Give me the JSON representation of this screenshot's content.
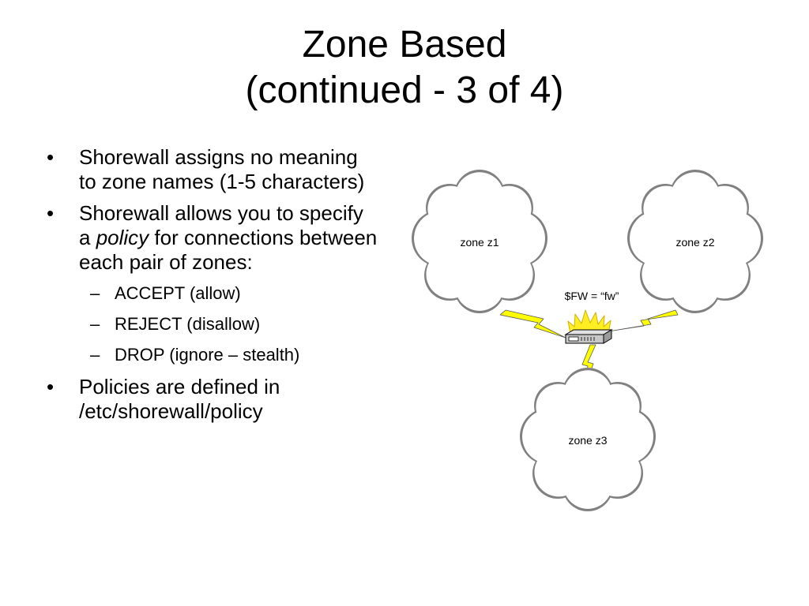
{
  "title": {
    "line1": "Zone Based",
    "line2": "(continued - 3 of 4)"
  },
  "bullets": {
    "b1": "Shorewall assigns no meaning to zone names (1-5 characters)",
    "b2_before": "Shorewall allows you to specify a ",
    "b2_italic": "policy",
    "b2_after": " for connections between each pair of zones:",
    "sub": [
      "ACCEPT (allow)",
      "REJECT (disallow)",
      "DROP (ignore – stealth)"
    ],
    "b3": "Policies are defined in /etc/shorewall/policy"
  },
  "diagram": {
    "zones": [
      "zone z1",
      "zone z2",
      "zone z3"
    ],
    "fw_label": "$FW = “fw”",
    "colors": {
      "lightning": "#ffff00",
      "flame": "#ffee22",
      "flame_outline": "#d4b000",
      "firewall": "#c8c8c8",
      "cloud_outline": "#808080"
    }
  }
}
